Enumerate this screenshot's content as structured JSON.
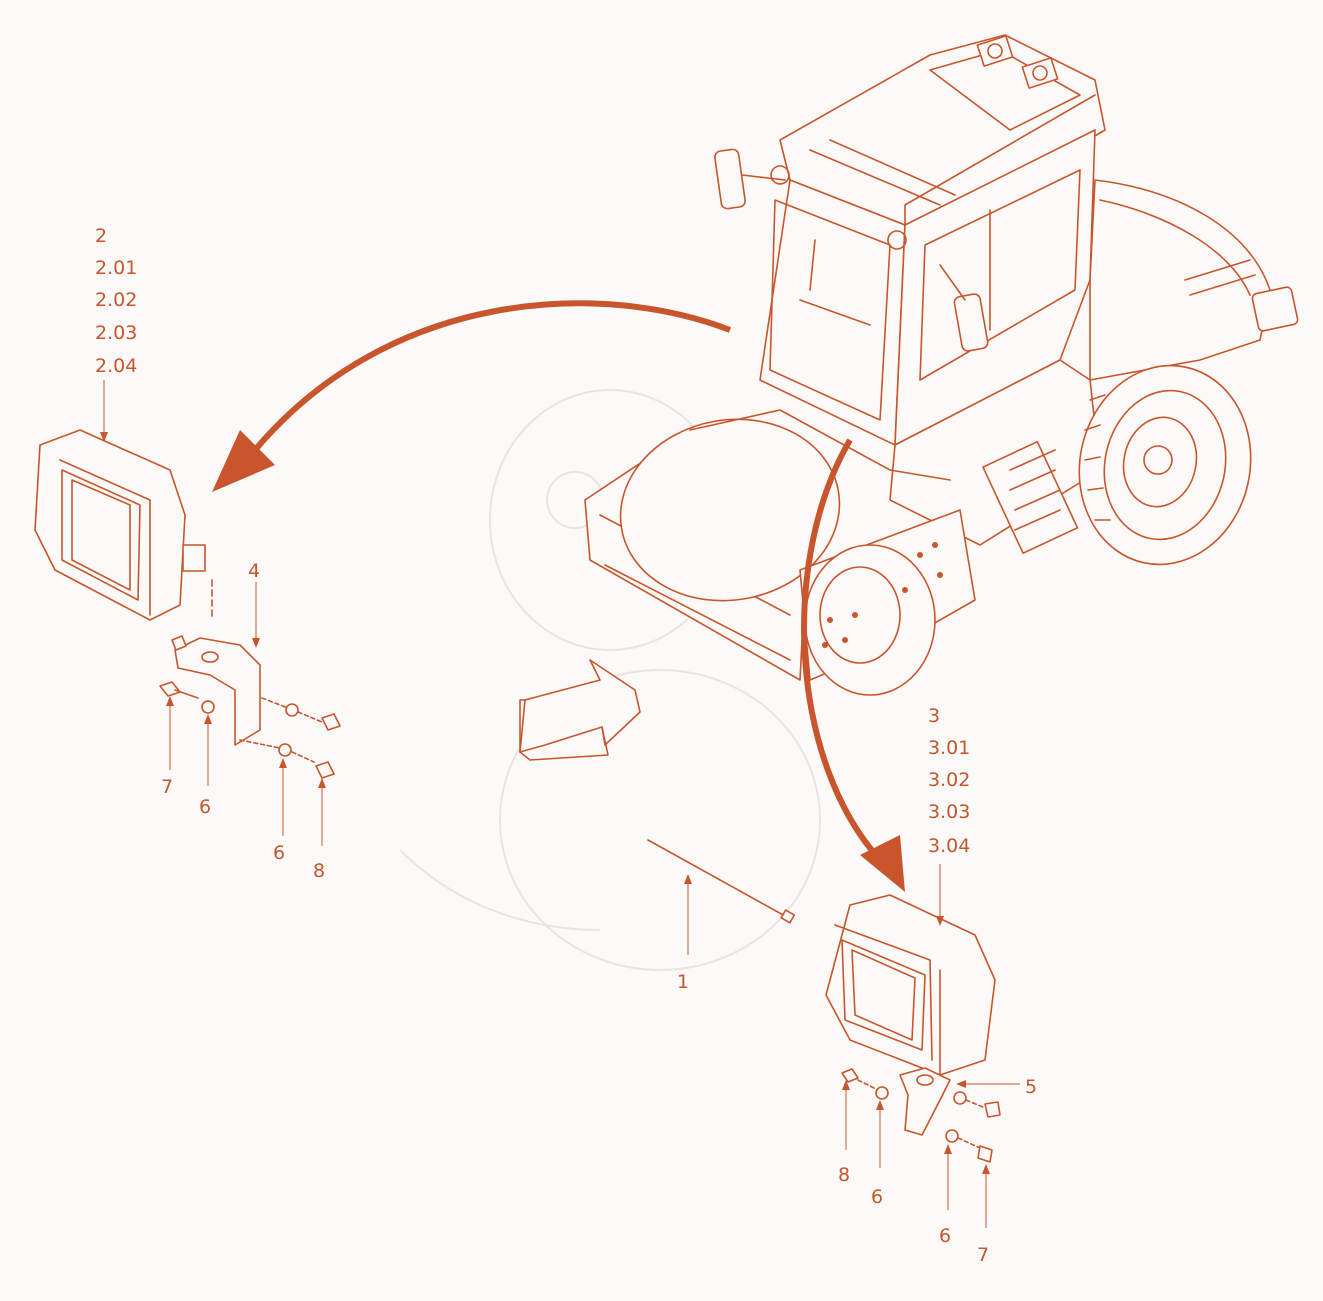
{
  "accent_color": "#c8552b",
  "callouts": {
    "left_lamp": [
      "2",
      "2.01",
      "2.02",
      "2.03",
      "2.04"
    ],
    "right_lamp": [
      "3",
      "3.01",
      "3.02",
      "3.03",
      "3.04"
    ],
    "bracket_left": "4",
    "bracket_right": "5",
    "cable_tie": "1",
    "left_hardware": {
      "bolt": "7",
      "washer_a": "6",
      "washer_b": "6",
      "nut": "8"
    },
    "right_hardware": {
      "nut": "8",
      "washer_a": "6",
      "washer_b": "6",
      "bolt": "7"
    }
  }
}
